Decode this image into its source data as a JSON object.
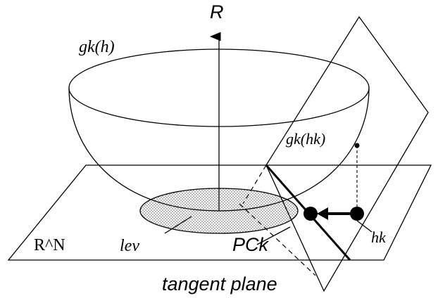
{
  "labels": {
    "axis_r": "R",
    "bowl_function": "gk(h)",
    "point_value": "gk(hk)",
    "space": "R^N",
    "level_set": "lev",
    "projection": "PCk",
    "point": "hk",
    "plane": "tangent plane"
  }
}
